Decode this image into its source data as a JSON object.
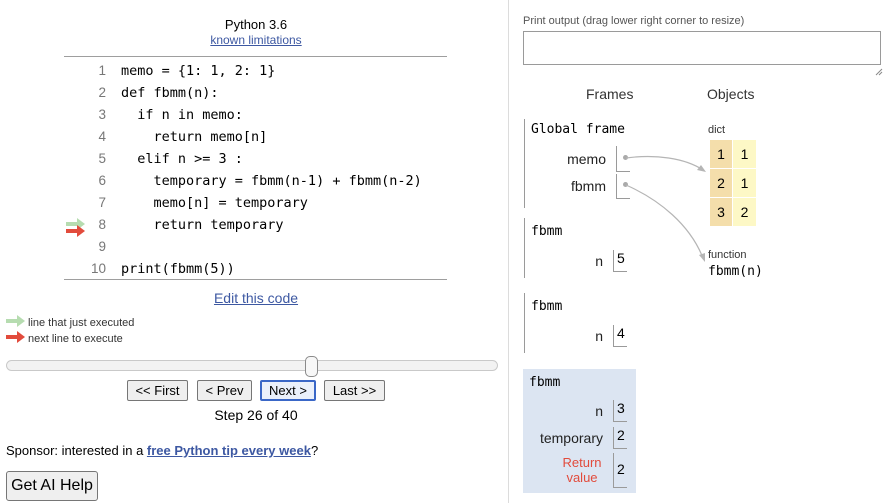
{
  "header": {
    "language": "Python 3.6",
    "limitations_link": "known limitations"
  },
  "code": {
    "lines": [
      {
        "num": "1",
        "text": "memo = {1: 1, 2: 1}"
      },
      {
        "num": "2",
        "text": "def fbmm(n):"
      },
      {
        "num": "3",
        "text": "  if n in memo:"
      },
      {
        "num": "4",
        "text": "    return memo[n]"
      },
      {
        "num": "5",
        "text": "  elif n >= 3 :"
      },
      {
        "num": "6",
        "text": "    temporary = fbmm(n-1) + fbmm(n-2)"
      },
      {
        "num": "7",
        "text": "    memo[n] = temporary"
      },
      {
        "num": "8",
        "text": "    return temporary"
      },
      {
        "num": "9",
        "text": ""
      },
      {
        "num": "10",
        "text": "print(fbmm(5))"
      }
    ],
    "just_executed_line": 8,
    "next_line": 8
  },
  "edit_link": "Edit this code",
  "legend": {
    "just_executed": "line that just executed",
    "next_line": "next line to execute"
  },
  "navigation": {
    "first": "<< First",
    "prev": "< Prev",
    "next": "Next >",
    "last": "Last >>",
    "step_text": "Step 26 of 40",
    "step_progress": 0.625
  },
  "sponsor": {
    "prefix": "Sponsor: interested in a ",
    "link": "free Python tip every week",
    "suffix": "?"
  },
  "ai_help_button": "Get AI Help",
  "output": {
    "label": "Print output (drag lower right corner to resize)",
    "value": ""
  },
  "visualizer": {
    "frames_header": "Frames",
    "objects_header": "Objects",
    "frames": [
      {
        "name": "Global frame",
        "vars": [
          {
            "name": "memo",
            "value": "pointer"
          },
          {
            "name": "fbmm",
            "value": "pointer"
          }
        ]
      },
      {
        "name": "fbmm",
        "vars": [
          {
            "name": "n",
            "value": "5"
          }
        ]
      },
      {
        "name": "fbmm",
        "vars": [
          {
            "name": "n",
            "value": "4"
          }
        ]
      },
      {
        "name": "fbmm",
        "active": true,
        "vars": [
          {
            "name": "n",
            "value": "3"
          },
          {
            "name": "temporary",
            "value": "2"
          }
        ],
        "return_label_1": "Return",
        "return_label_2": "value",
        "return_value": "2"
      }
    ],
    "objects": {
      "dict_label": "dict",
      "dict_entries": [
        {
          "key": "1",
          "value": "1"
        },
        {
          "key": "2",
          "value": "1"
        },
        {
          "key": "3",
          "value": "2"
        }
      ],
      "function_label": "function",
      "function_sig": "fbmm(n)"
    }
  },
  "colors": {
    "link": "#3d58a2",
    "just_executed_arrow": "#b6dcb0",
    "next_line_arrow": "#e24b3c",
    "active_frame_bg": "#dce5f2",
    "dict_key_bg": "#f4deab",
    "dict_value_bg": "#fdf8c6",
    "return_label": "#e24b3c"
  }
}
